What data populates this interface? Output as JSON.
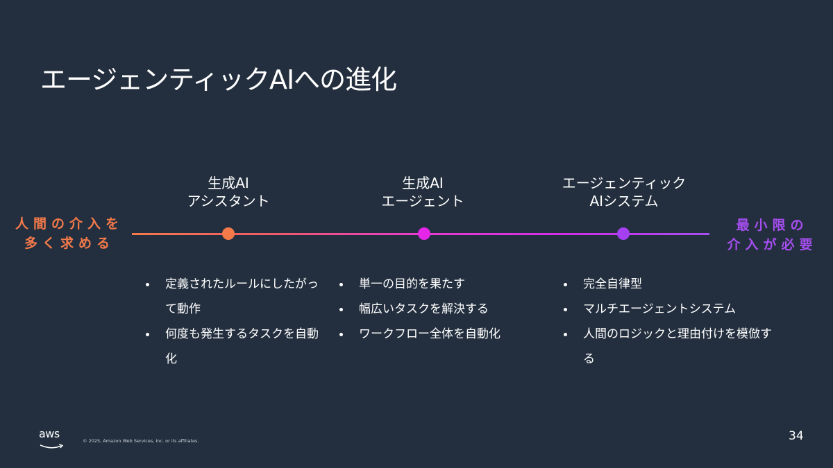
{
  "slide": {
    "title": "エージェンティックAIへの進化",
    "page_number": "34"
  },
  "axis": {
    "left_label": [
      "人間の介入を",
      "多く求める"
    ],
    "right_label": [
      "最小限の",
      "介入が必要"
    ],
    "colors": {
      "start": "#f47a4a",
      "middle": "#e526e8",
      "end": "#a64ef0"
    }
  },
  "stages": [
    {
      "title": [
        "生成AI",
        "アシスタント"
      ],
      "dot_color": "#f47a4a",
      "bullets": [
        "定義されたルールにしたがって動作",
        "何度も発生するタスクを自動化"
      ]
    },
    {
      "title": [
        "生成AI",
        "エージェント"
      ],
      "dot_color": "#e526e8",
      "bullets": [
        "単一の目的を果たす",
        "幅広いタスクを解決する",
        "ワークフロー全体を自動化"
      ]
    },
    {
      "title": [
        "エージェンティック",
        "AIシステム"
      ],
      "dot_color": "#a43ff2",
      "bullets": [
        "完全自律型",
        "マルチエージェントシステム",
        "人間のロジックと理由付けを模倣する"
      ]
    }
  ],
  "footer": {
    "logo_text": "aws",
    "copyright": "© 2025, Amazon Web Services, Inc. or its affiliates."
  }
}
